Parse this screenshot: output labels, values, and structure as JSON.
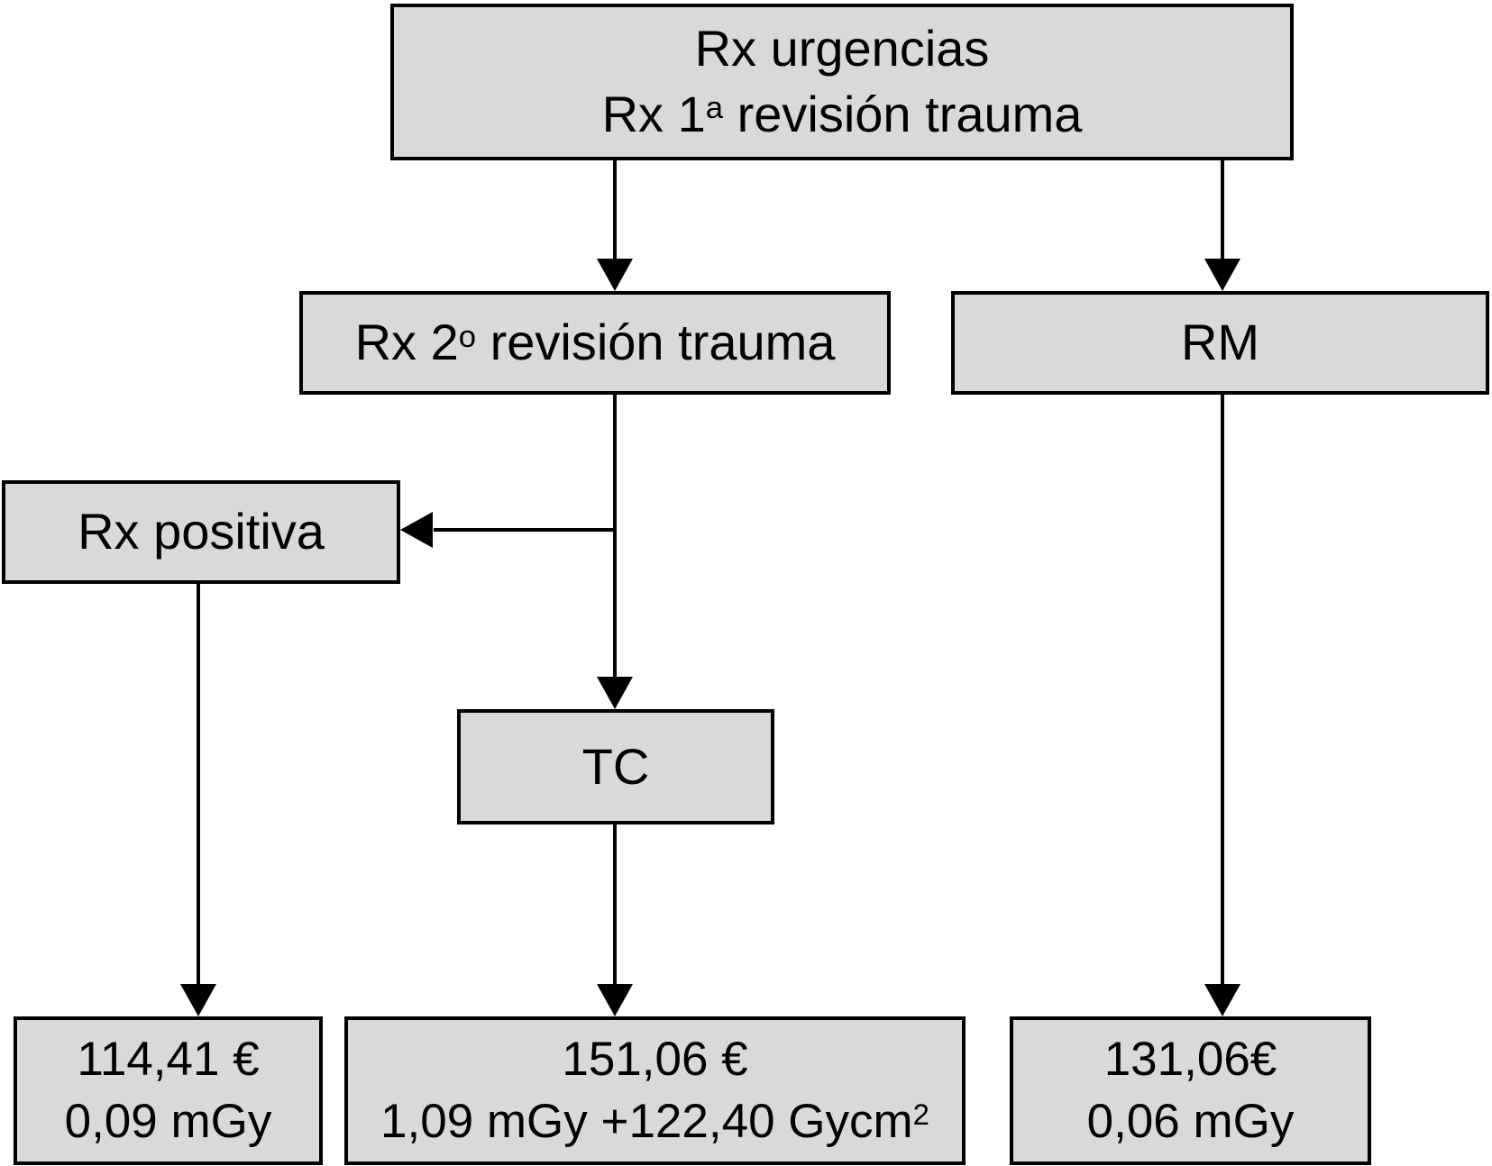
{
  "figure": {
    "type": "flowchart",
    "background": "#ffffff",
    "box_fill": "#d9d9d9",
    "box_border": "#000000",
    "line_color": "#000000"
  },
  "nodes": {
    "urgencias": {
      "line1": "Rx urgencias",
      "line2_pre": "Rx 1",
      "line2_sup": "a",
      "line2_post": " revisión trauma"
    },
    "rx2revision": {
      "pre": "Rx 2",
      "sup": "o",
      "post": " revisión trauma"
    },
    "rm": {
      "label": "RM"
    },
    "rx_positiva": {
      "label": "Rx positiva"
    },
    "tc": {
      "label": "TC"
    },
    "cost_rx_positiva": {
      "line1": "114,41 €",
      "line2": "0,09 mGy"
    },
    "cost_tc": {
      "line1": "151,06 €",
      "line2_pre": "1,09 mGy +122,40 Gycm",
      "line2_sup": "2"
    },
    "cost_rm": {
      "line1": "131,06€",
      "line2": "0,06 mGy"
    }
  },
  "edges": [
    {
      "from": "urgencias",
      "to": "rx2revision"
    },
    {
      "from": "urgencias",
      "to": "rm"
    },
    {
      "from": "rx2revision",
      "to": "rx_positiva"
    },
    {
      "from": "rx2revision",
      "to": "tc"
    },
    {
      "from": "rx_positiva",
      "to": "cost_rx_positiva"
    },
    {
      "from": "tc",
      "to": "cost_tc"
    },
    {
      "from": "rm",
      "to": "cost_rm"
    }
  ]
}
